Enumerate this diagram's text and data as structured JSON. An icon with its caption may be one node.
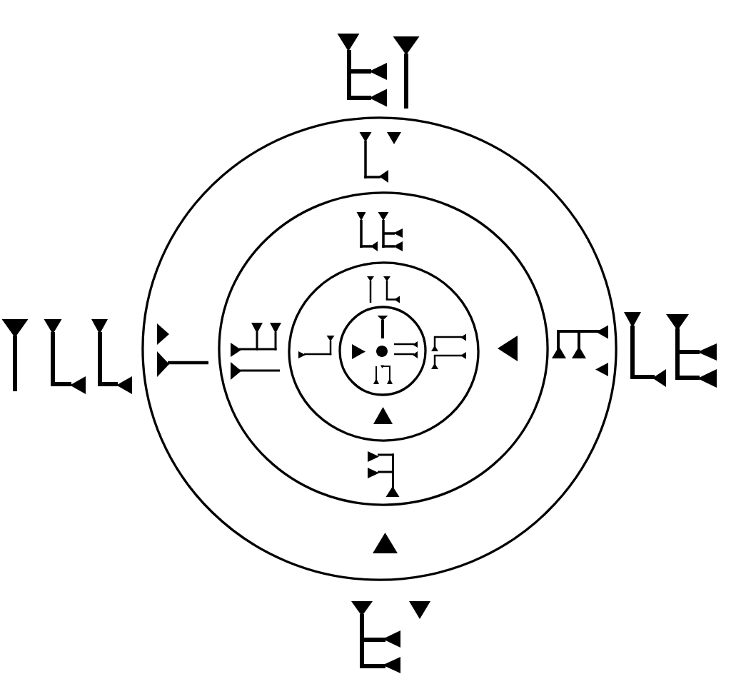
{
  "diagram": {
    "nodes": [
      {
        "text": [],
        "shape": "circle"
      },
      {
        "text": [],
        "shape": "circle",
        "in": 0
      },
      {
        "text": [],
        "shape": "circle",
        "in": 1
      },
      {
        "text": [],
        "shape": "circle",
        "in": 2
      },
      {
        "text": [],
        "shape": "dot",
        "in": 3
      }
    ]
  }
}
